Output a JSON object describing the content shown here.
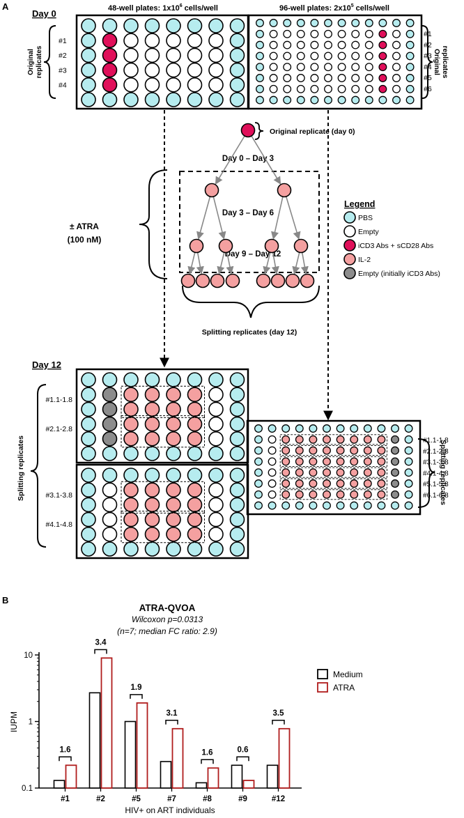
{
  "colors": {
    "pbs": "#b6ecef",
    "empty": "#ffffff",
    "cd3": "#e0105a",
    "il2": "#f4a0a0",
    "grey": "#8c8c8c",
    "medium": "#000000",
    "atra": "#b01c1c"
  },
  "panel_a": {
    "label": "A",
    "day0": "Day 0",
    "plate48_title_main": "48-well plates: 1x10",
    "plate48_title_exp": "6",
    "plate48_title_tail": " cells/well",
    "plate96_title_main": "96-well plates: 2x10",
    "plate96_title_exp": "5",
    "plate96_title_tail": " cells/well",
    "orig_rep_line1": "Original",
    "orig_rep_line2": "replicates",
    "left_reps": [
      "#1",
      "#2",
      "#3",
      "#4"
    ],
    "right_reps": [
      "#1",
      "#2",
      "#3",
      "#4",
      "#5",
      "#6"
    ],
    "orig_replicate_day0": "Original replicate (day 0)",
    "day0_3": "Day 0 – Day 3",
    "day3_6": "Day 3 – Day 6",
    "day9_12": "Day 9 – Day 12",
    "atra_pm": "±",
    "atra_label": " ATRA",
    "atra_conc": "(100 nM)",
    "splitting_day12": "Splitting  replicates (day 12)",
    "legend_title": "Legend",
    "legend": [
      "PBS",
      "Empty",
      "iCD3 Abs + sCD28 Abs",
      "IL-2",
      "Empty (initially iCD3 Abs)"
    ],
    "day12": "Day  12",
    "split_reps_label": "Splitting replicates",
    "left_split_top": [
      "#1.1-1.8",
      "#2.1-2.8"
    ],
    "left_split_bottom": [
      "#3.1-3.8",
      "#4.1-4.8"
    ],
    "right_split": [
      "#1.1-1.8",
      "#2.1-2.8",
      "#3.1-3.8",
      "#4.1-4.8",
      "#5.1-5.8",
      "#6.1-6.8"
    ]
  },
  "panel_b": {
    "label": "B"
  },
  "chart_data": {
    "type": "bar",
    "title": "ATRA-QVOA",
    "subtitle1": "Wilcoxon p=0.0313",
    "subtitle2": "(n=7; median FC ratio: 2.9)",
    "xlabel": "HIV+ on ART individuals",
    "ylabel": "IUPM",
    "yscale": "log",
    "ylim": [
      0.1,
      10
    ],
    "yticks": [
      "0.1",
      "1",
      "10"
    ],
    "categories": [
      "#1",
      "#2",
      "#5",
      "#7",
      "#8",
      "#9",
      "#12"
    ],
    "series": [
      {
        "name": "Medium",
        "values": [
          0.13,
          2.7,
          1.0,
          0.25,
          0.12,
          0.22,
          0.22
        ]
      },
      {
        "name": "ATRA",
        "values": [
          0.22,
          9.0,
          1.9,
          0.78,
          0.2,
          0.13,
          0.78
        ]
      }
    ],
    "fold_labels": [
      "1.6",
      "3.4",
      "1.9",
      "3.1",
      "1.6",
      "0.6",
      "3.5"
    ],
    "legend_position": "top-right"
  }
}
